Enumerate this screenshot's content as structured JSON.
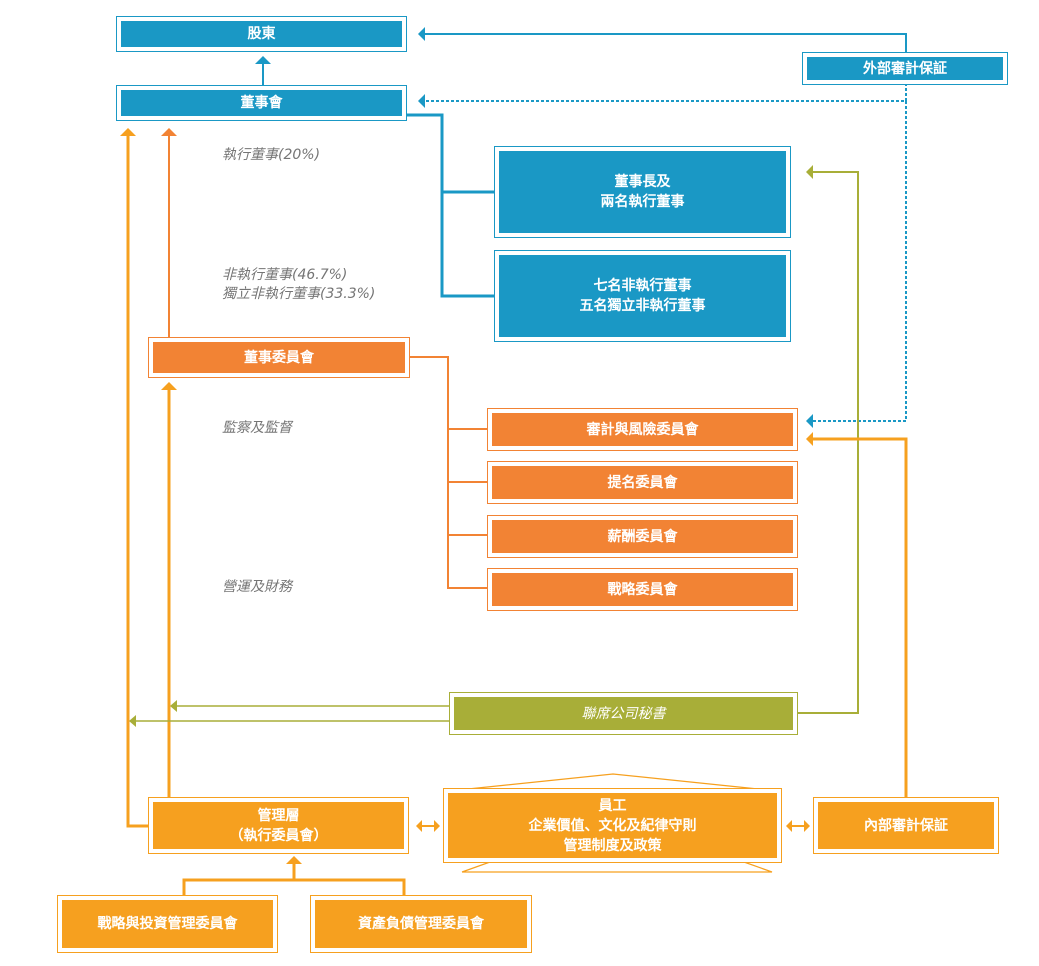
{
  "colors": {
    "blue": "#1a98c5",
    "orange": "#f28334",
    "amber": "#f6a01f",
    "olive": "#a8ae38",
    "label_gray": "#757575"
  },
  "nodes": {
    "shareholders": "股東",
    "board": "董事會",
    "external_audit": "外部審計保証",
    "chairman_exec": "董事長及\n兩名執行董事",
    "non_exec": "七名非執行董事\n五名獨立非執行董事",
    "board_committees": "董事委員會",
    "audit_risk": "審計與風險委員會",
    "nomination": "提名委員會",
    "remuneration": "薪酬委員會",
    "strategy": "戰略委員會",
    "joint_secretary": "聯席公司秘書",
    "management": "管理層\n（執行委員會）",
    "employees": "員工\n企業價值、文化及紀律守則\n管理制度及政策",
    "internal_audit": "內部審計保証",
    "strategy_investment": "戰略與投資管理委員會",
    "asset_liability": "資產負債管理委員會"
  },
  "labels": {
    "exec_directors": "執行董事(20%)",
    "non_exec_directors": "非執行董事(46.7%)\n獨立非執行董事(33.3%)",
    "supervision": "監察及監督",
    "operations": "營運及財務"
  }
}
